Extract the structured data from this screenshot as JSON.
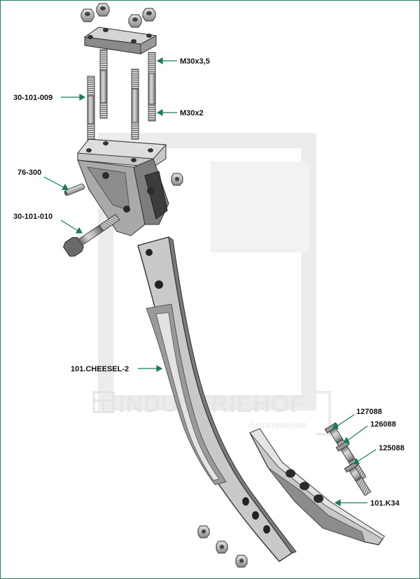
{
  "watermark": {
    "brand": "INDUSTRIEHOF",
    "location": "Scharrenbostel"
  },
  "labels": {
    "m30x3_5": "M30x3,5",
    "m30x2": "M30x2",
    "stud_bolt": "30-101-009",
    "pin": "76-300",
    "hex_bolt": "30-101-010",
    "shank": "101.CHEESEL-2",
    "bolt_127088": "127088",
    "bolt_126088": "126088",
    "bolt_125088": "125088",
    "point": "101.K34"
  },
  "colors": {
    "leader_line": "#1a7a5a",
    "frame": "#2e7d60",
    "label_text": "#111111",
    "watermark": "#e6e6e6"
  }
}
